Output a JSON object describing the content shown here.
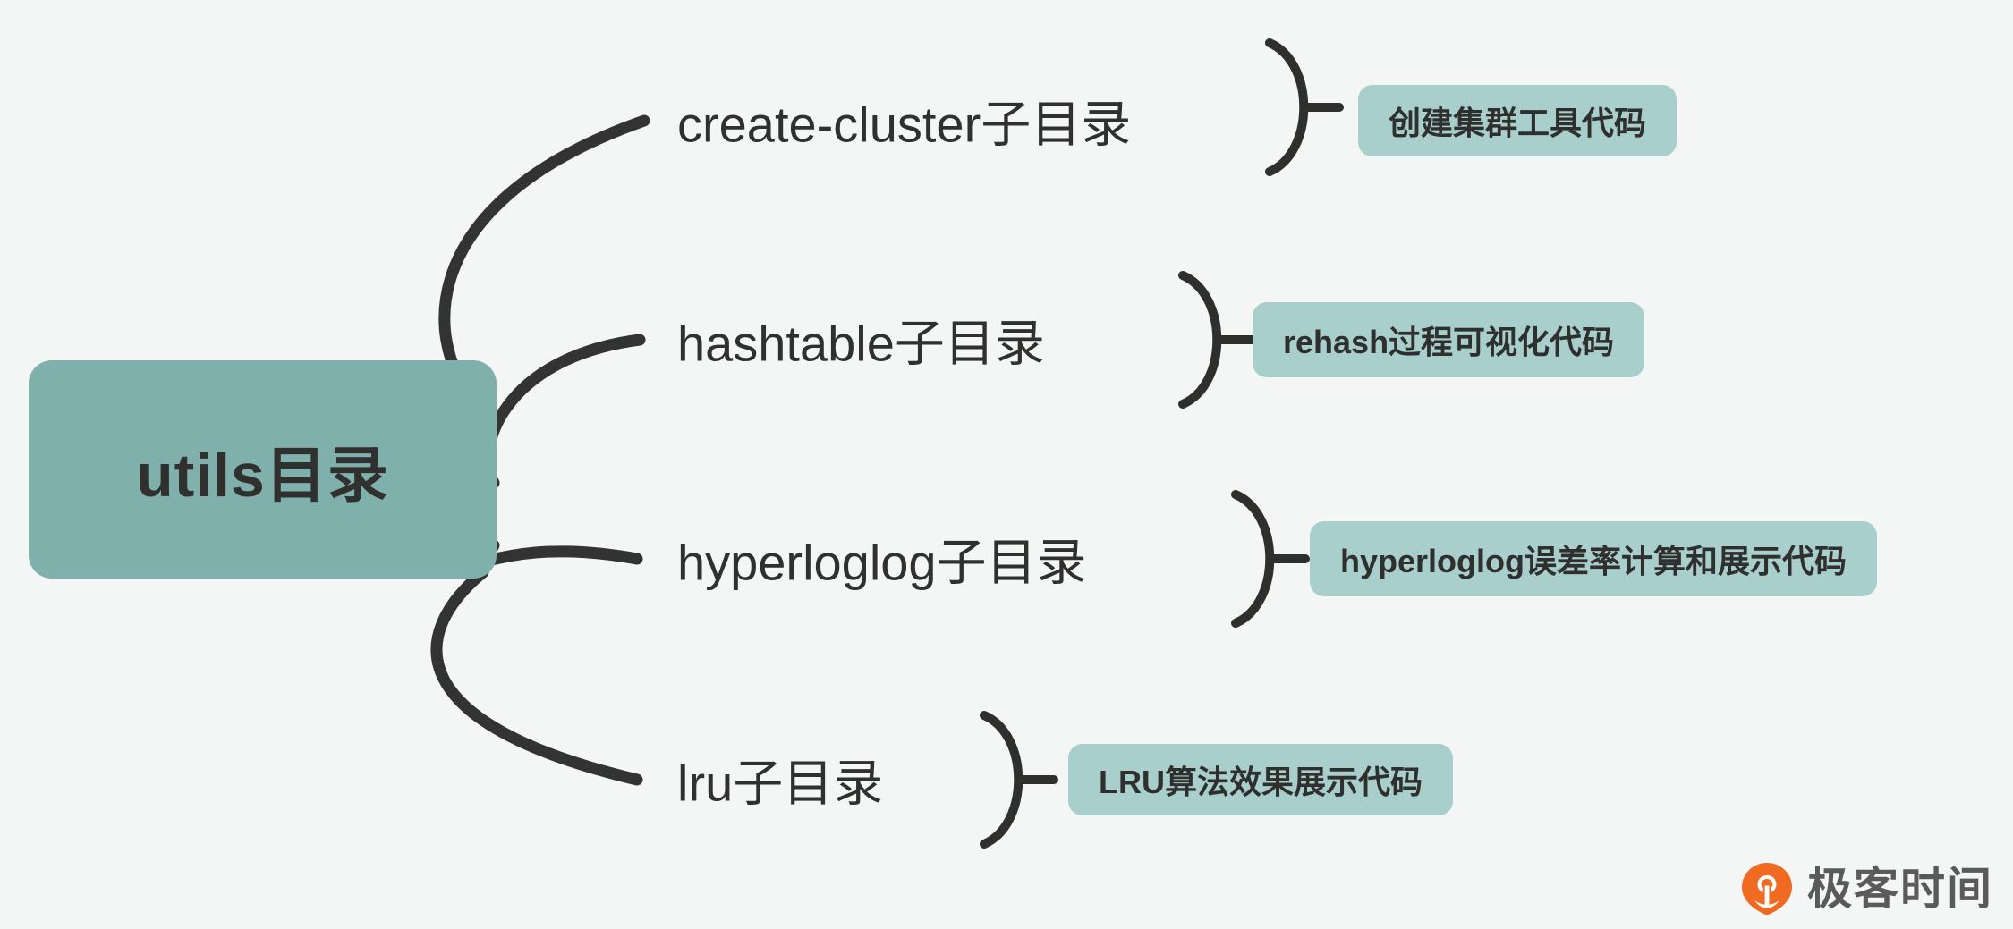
{
  "diagram": {
    "type": "mindmap",
    "background_color": "#f4f6f6",
    "root": {
      "label": "utils目录",
      "fill_color": "#7fb0ac",
      "text_color": "#30302f"
    },
    "connector_color": "#333333",
    "badge_fill_color": "#a8cfcb",
    "branches": [
      {
        "label": "create-cluster子目录",
        "badge": "创建集群工具代码",
        "brace_icon": "right-brace-icon"
      },
      {
        "label": "hashtable子目录",
        "badge": "rehash过程可视化代码",
        "brace_icon": "right-brace-icon"
      },
      {
        "label": "hyperloglog子目录",
        "badge": "hyperloglog误差率计算和展示代码",
        "brace_icon": "right-brace-icon"
      },
      {
        "label": "lru子目录",
        "badge": "LRU算法效果展示代码",
        "brace_icon": "right-brace-icon"
      }
    ]
  },
  "watermark": {
    "text": "极客时间",
    "logo_icon": "geektime-logo-icon",
    "logo_color": "#f06a22",
    "text_color": "#5a5a5a"
  }
}
